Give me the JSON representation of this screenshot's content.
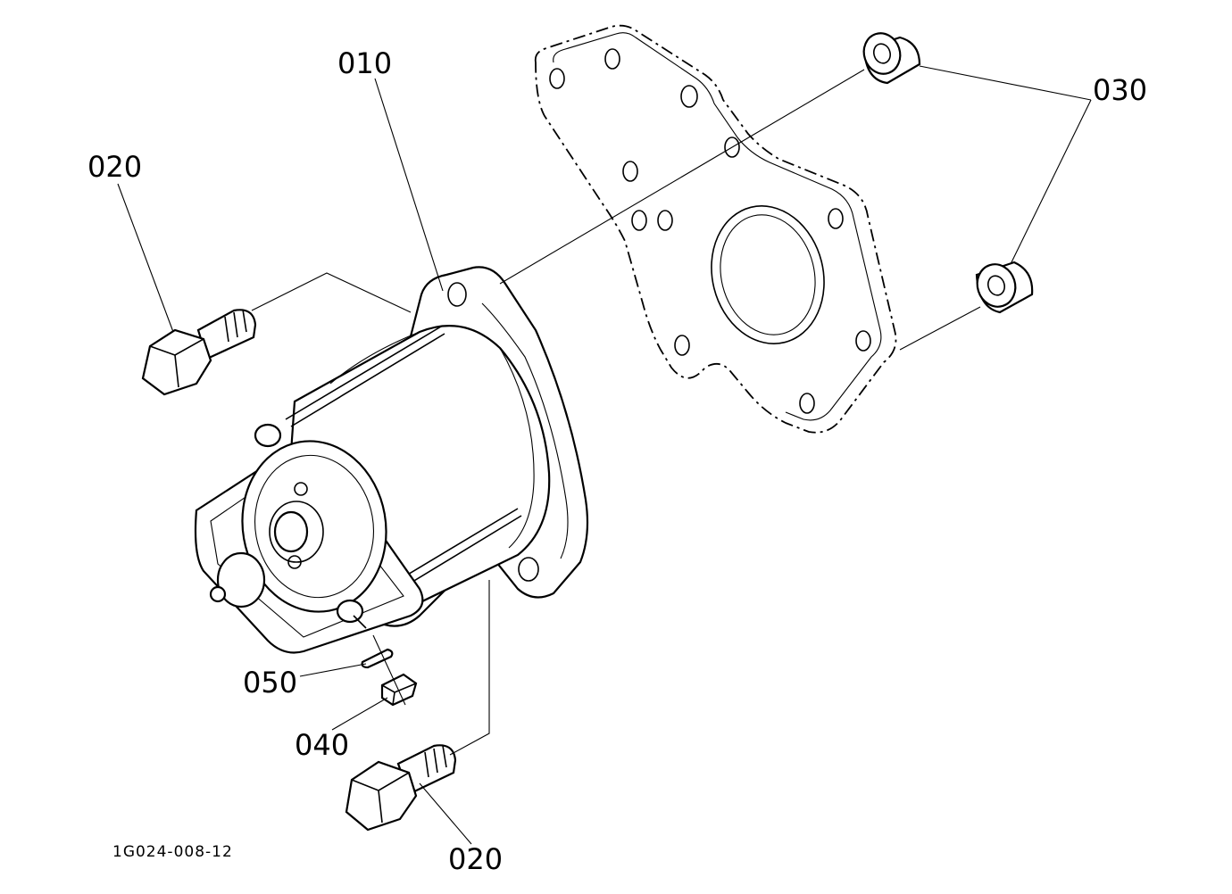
{
  "labels": {
    "starter": "010",
    "bolt_upper": "020",
    "bolt_lower": "020",
    "collar": "030",
    "nut": "040",
    "washer": "050"
  },
  "drawing_id": "1G024-008-12"
}
